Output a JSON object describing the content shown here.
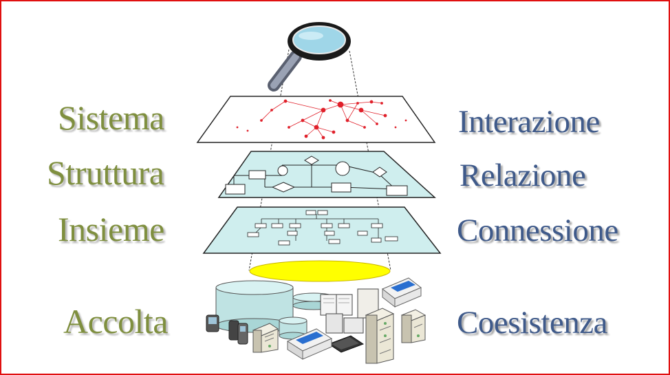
{
  "labels": {
    "left": [
      "Sistema",
      "Struttura",
      "Insieme",
      "Accolta"
    ],
    "right": [
      "Interazione",
      "Relazione",
      "Connessione",
      "Coesistenza"
    ]
  },
  "icons": {
    "magnifier": "magnifying-glass-icon",
    "devices": [
      "database-icon",
      "server-icon",
      "printer-icon",
      "mobile-device-icon",
      "book-icon"
    ]
  },
  "colors": {
    "left_text": "#7f8f3f",
    "right_text": "#3f5a8a",
    "frame": "#e01010",
    "plane_fill": "#cfeeee",
    "network": "#e0202a",
    "focus_ellipse": "#ffff00"
  }
}
